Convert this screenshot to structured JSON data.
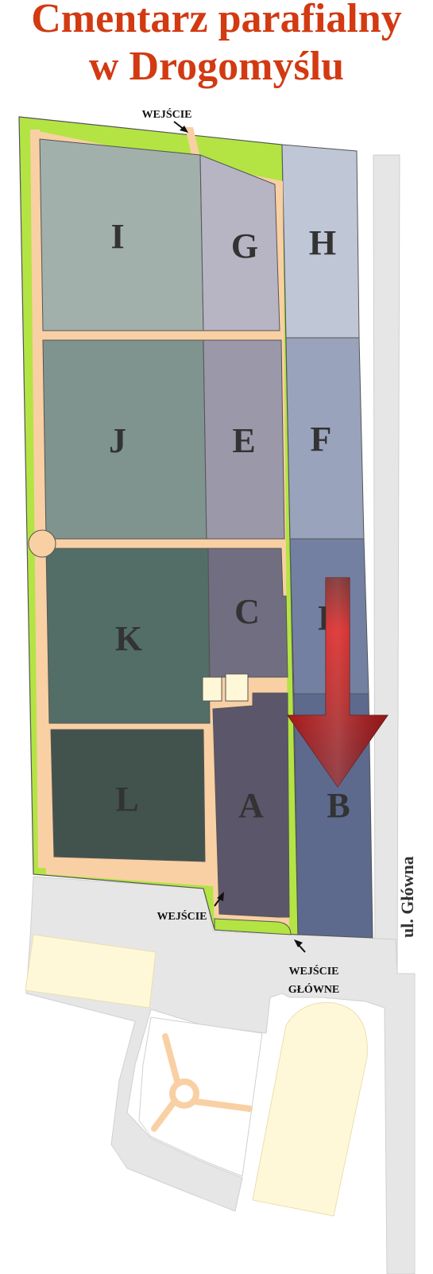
{
  "title": {
    "line1": "Cmentarz parafialny",
    "line2": "w Drogomyślu"
  },
  "colors": {
    "title": "#d23a12",
    "grass": "#b3e444",
    "path": "#f9d0a3",
    "road": "#e6e6e6",
    "building": "#fff8d8",
    "arrow": "#c01818"
  },
  "sections": {
    "I": "I",
    "G": "G",
    "H": "H",
    "J": "J",
    "E": "E",
    "F": "F",
    "K": "K",
    "C": "C",
    "D": "D",
    "L": "L",
    "A": "A",
    "B": "B"
  },
  "entrances": {
    "top": "WEJŚCIE",
    "bottom": "WEJŚCIE",
    "main_line1": "WEJŚCIE",
    "main_line2": "GŁÓWNE"
  },
  "street": "ul. Główna",
  "icons": [
    "arrow-down-icon",
    "entrance-arrow-icon"
  ]
}
